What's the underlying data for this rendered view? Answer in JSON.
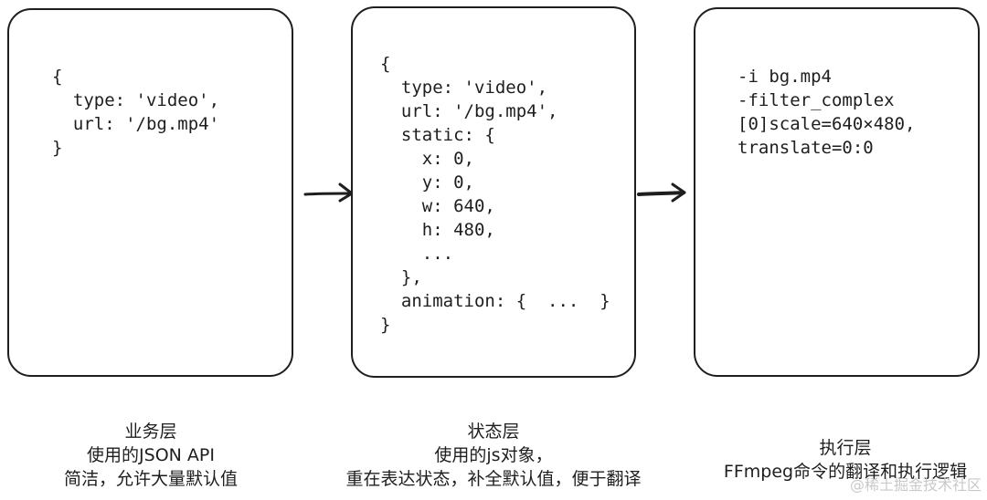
{
  "panels": [
    {
      "code": "{\n  type: 'video',\n  url: '/bg.mp4'\n}"
    },
    {
      "code": "{\n  type: 'video',\n  url: '/bg.mp4',\n  static: {\n    x: 0,\n    y: 0,\n    w: 640,\n    h: 480,\n    ...\n  },\n  animation: {  ...  }\n}"
    },
    {
      "code": "-i bg.mp4\n-filter_complex\n[0]scale=640×480,\ntranslate=0:0"
    }
  ],
  "captions": [
    {
      "lines": [
        "业务层",
        "使用的JSON API",
        "简洁，允许大量默认值"
      ]
    },
    {
      "lines": [
        "状态层",
        "使用的js对象，",
        "重在表达状态，补全默认值，便于翻译"
      ]
    },
    {
      "lines": [
        "执行层",
        "FFmpeg命令的翻译和执行逻辑"
      ]
    }
  ],
  "watermark": "@稀土掘金技术社区"
}
